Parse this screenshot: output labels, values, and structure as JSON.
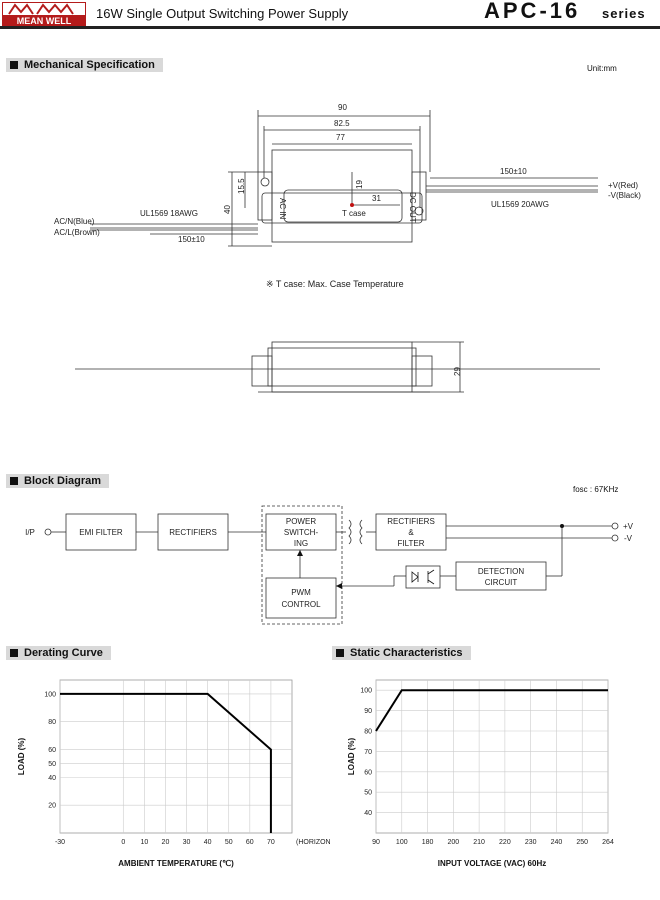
{
  "header": {
    "logo_text": "MEAN WELL",
    "title": "16W Single Output Switching Power Supply",
    "series_main": "APC-16",
    "series_sub": "series"
  },
  "mechanical": {
    "heading": "Mechanical Specification",
    "unit": "Unit:mm",
    "dims": {
      "d90": "90",
      "d82_5": "82.5",
      "d77": "77",
      "d19": "19",
      "d31": "31",
      "d40": "40",
      "d15_5": "15.5",
      "d150_left": "150±10",
      "d150_right": "150±10",
      "d29": "29"
    },
    "tcase": "T case",
    "out_label": "DC OUT",
    "in_label": "AC IN",
    "ul_left": "UL1569  18AWG",
    "ul_right": "UL1569  20AWG",
    "ac_n": "AC/N(Blue)",
    "ac_l": "AC/L(Brown)",
    "v_pos": "+V(Red)",
    "v_neg": "-V(Black)",
    "note": "※ T case: Max. Case Temperature"
  },
  "block": {
    "heading": "Block Diagram",
    "fosc": "fosc : 67KHz",
    "ip": "I/P",
    "emi": "EMI FILTER",
    "rect1": "RECTIFIERS",
    "power1": "POWER",
    "power2": "SWITCH-",
    "power3": "ING",
    "rect2a": "RECTIFIERS",
    "rect2b": "&",
    "rect2c": "FILTER",
    "pwm1": "PWM",
    "pwm2": "CONTROL",
    "det1": "DETECTION",
    "det2": "CIRCUIT",
    "vpos": "+V",
    "vneg": "-V"
  },
  "derating": {
    "heading": "Derating Curve",
    "ylabel": "LOAD (%)",
    "xlabel": "AMBIENT TEMPERATURE (℃)",
    "horizontal": "(HORIZONTAL)"
  },
  "static": {
    "heading": "Static Characteristics",
    "ylabel": "LOAD (%)",
    "xlabel": "INPUT VOLTAGE (VAC) 60Hz"
  },
  "chart_data": [
    {
      "type": "line",
      "title": "Derating Curve",
      "xlabel": "AMBIENT TEMPERATURE (℃)",
      "ylabel": "LOAD (%)",
      "x_ticks": [
        -30,
        0,
        10,
        20,
        30,
        40,
        50,
        60,
        70
      ],
      "y_ticks": [
        20,
        40,
        50,
        60,
        80,
        100
      ],
      "xlim": [
        -30,
        80
      ],
      "ylim": [
        0,
        110
      ],
      "grid": true,
      "series": [
        {
          "x": [
            -30,
            40,
            70,
            70
          ],
          "y": [
            100,
            100,
            60,
            0
          ]
        }
      ]
    },
    {
      "type": "line",
      "title": "Static Characteristics",
      "xlabel": "INPUT VOLTAGE (VAC) 60Hz",
      "ylabel": "LOAD (%)",
      "x_ticks": [
        90,
        100,
        180,
        200,
        210,
        220,
        230,
        240,
        250,
        264
      ],
      "y_ticks": [
        40,
        50,
        60,
        70,
        80,
        90,
        100
      ],
      "xlim": [
        90,
        270
      ],
      "ylim": [
        30,
        105
      ],
      "grid": true,
      "series": [
        {
          "x": [
            90,
            100,
            264
          ],
          "y": [
            80,
            100,
            100
          ]
        }
      ]
    }
  ]
}
